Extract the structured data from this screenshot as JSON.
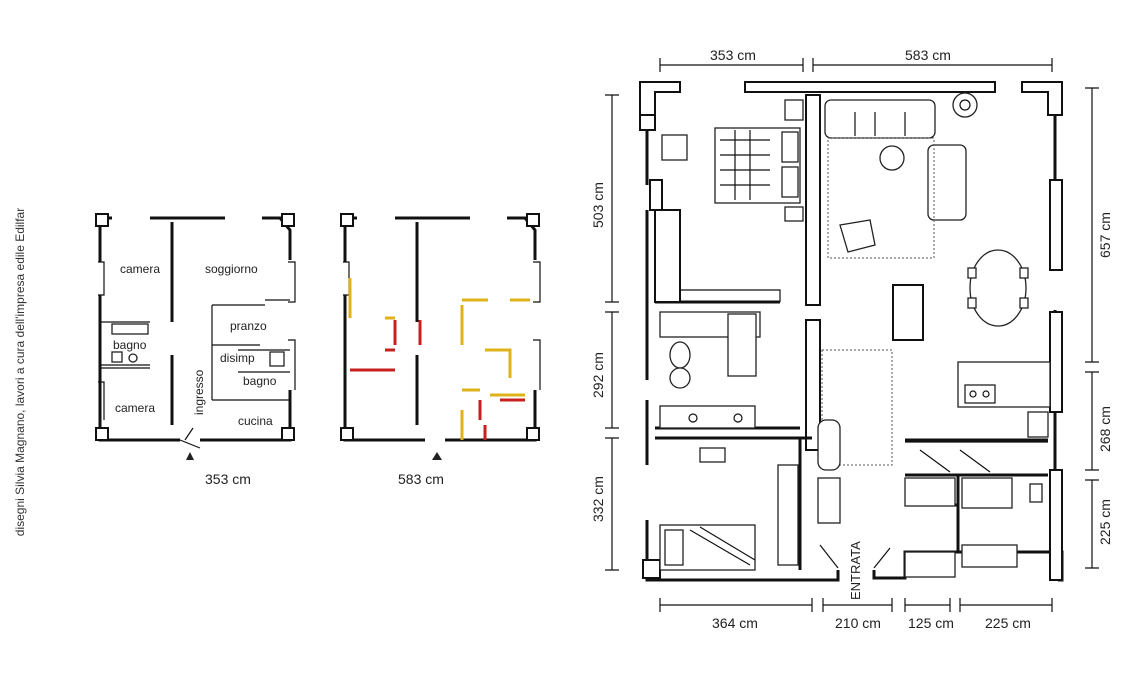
{
  "credit": "disegni Silvia Magnano, lavori a cura dell'impresa edile Edilfar",
  "plan_before": {
    "rooms": [
      "camera",
      "soggiorno",
      "pranzo",
      "bagno",
      "disimp",
      "bagno",
      "camera",
      "ingresso",
      "cucina"
    ],
    "dimension": "353 cm"
  },
  "plan_works": {
    "dimension": "583 cm"
  },
  "plan_after": {
    "top_dims": [
      "353 cm",
      "583 cm"
    ],
    "left_dims": [
      "503 cm",
      "292 cm",
      "332 cm"
    ],
    "right_dims": [
      "657 cm",
      "268 cm",
      "225 cm"
    ],
    "bottom_dims": [
      "364 cm",
      "210 cm",
      "125 cm",
      "225 cm"
    ],
    "entrance_label": "ENTRATA",
    "entrance_color": "#d4232b"
  },
  "colors": {
    "new_walls": "#e0b21a",
    "demolished_walls": "#c8201e"
  }
}
